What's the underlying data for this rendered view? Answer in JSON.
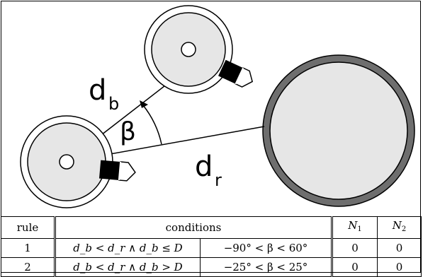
{
  "diagram": {
    "labels": {
      "d_b": "d",
      "d_b_sub": "b",
      "d_r": "d",
      "d_r_sub": "r",
      "beta": "β"
    },
    "colors": {
      "robot_fill": "#e6e6e6",
      "obstacle_ring": "#6e6e6e",
      "stroke": "#000000",
      "dark": "#000000"
    }
  },
  "table": {
    "headers": {
      "rule": "rule",
      "conditions": "conditions",
      "n1_main": "N",
      "n1_sub": "1",
      "n2_main": "N",
      "n2_sub": "2"
    },
    "rows": [
      {
        "rule": "1",
        "cond_a": "d_b < d_r ∧ d_b ≤ D",
        "cond_b": "−90° < β < 60°",
        "n1": "0",
        "n2": "0"
      },
      {
        "rule": "2",
        "cond_a": "d_b < d_r ∧ d_b > D",
        "cond_b": "−25° < β < 25°",
        "n1": "0",
        "n2": "0"
      }
    ]
  }
}
